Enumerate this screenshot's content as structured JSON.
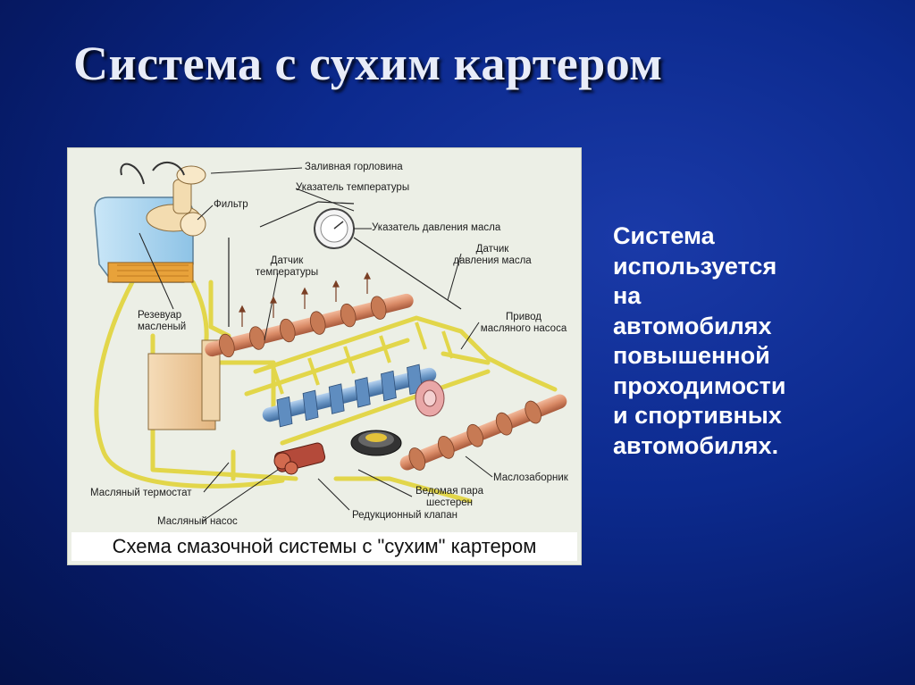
{
  "slide": {
    "title": "Система с сухим картером",
    "body_lines": [
      "Система",
      "используется",
      "на",
      "автомобилях",
      "повышенной",
      "проходимости",
      "и спортивных",
      "автомобилях."
    ]
  },
  "diagram": {
    "caption": "Схема смазочной системы с \"сухим\" картером",
    "labels": {
      "filler_neck": "Заливная горловина",
      "temp_gauge": "Указатель температуры",
      "filter": "Фильтр",
      "oil_pressure_gauge": "Указатель давления масла",
      "oil_pressure_sensor_1": "Датчик",
      "oil_pressure_sensor_2": "давления масла",
      "temp_sensor_1": "Датчик",
      "temp_sensor_2": "температуры",
      "oil_reservoir_1": "Резевуар",
      "oil_reservoir_2": "масленый",
      "pump_drive_1": "Привод",
      "pump_drive_2": "масляного насоса",
      "oil_intake": "Маслозаборник",
      "oil_thermostat": "Масляный термостат",
      "driven_gears_1": "Ведомая пара",
      "driven_gears_2": "шестерен",
      "oil_pump": "Масляный насос",
      "reduction_valve": "Редукционный клапан"
    }
  },
  "colors": {
    "background": "#0c2a8e",
    "title": "#e8ecf8",
    "body_text": "#ffffff",
    "oil_line": "#e2d64a",
    "tank": "#a9d4ee",
    "cooler": "#efc89a",
    "camshaft": "#d98a66",
    "crankshaft": "#6f9bc9"
  }
}
